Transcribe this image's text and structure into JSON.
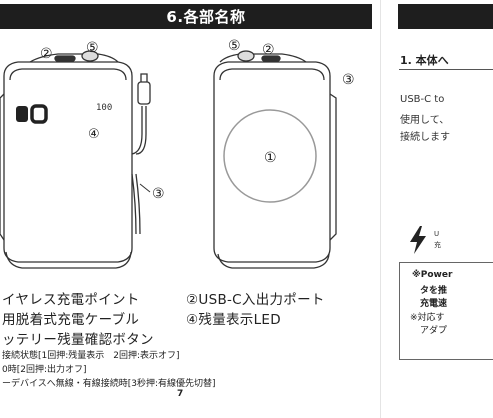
{
  "left_page": {
    "section_title": "6.各部名称",
    "callouts": {
      "front_2": "②",
      "front_5": "⑤",
      "front_4": "④",
      "front_3": "③",
      "back_5": "⑤",
      "back_2": "②",
      "back_3": "③",
      "back_1": "①"
    },
    "display_readout": "00",
    "display_small": "100",
    "captions": {
      "item1": "イヤレス充電ポイント",
      "item2": "②USB-C入出力ポート",
      "item3": "用脱着式充電ケーブル",
      "item4": "④残量表示LED",
      "item5": "ッテリー残量確認ボタン",
      "note1": "接続状態[1回押:残量表示　2回押:表示オフ]",
      "note2": "0時[2回押:出力オフ]",
      "note3": "ーデバイスへ無線・有線接続時[3秒押:有線優先切替]"
    },
    "page_number": "7"
  },
  "right_page": {
    "heading": "1. 本体へ",
    "lines": [
      "USB-C to",
      "使用して、",
      "接続します"
    ],
    "bolt_text_1": "U",
    "bolt_text_2": "充",
    "notes": {
      "n1": "※Power",
      "n2": "タを推",
      "n3": "充電速",
      "n4": "※対応す",
      "n5": "アダプ"
    }
  },
  "colors": {
    "title_bar": "#1e1e1e",
    "title_text": "#ffffff",
    "ink": "#222222"
  }
}
